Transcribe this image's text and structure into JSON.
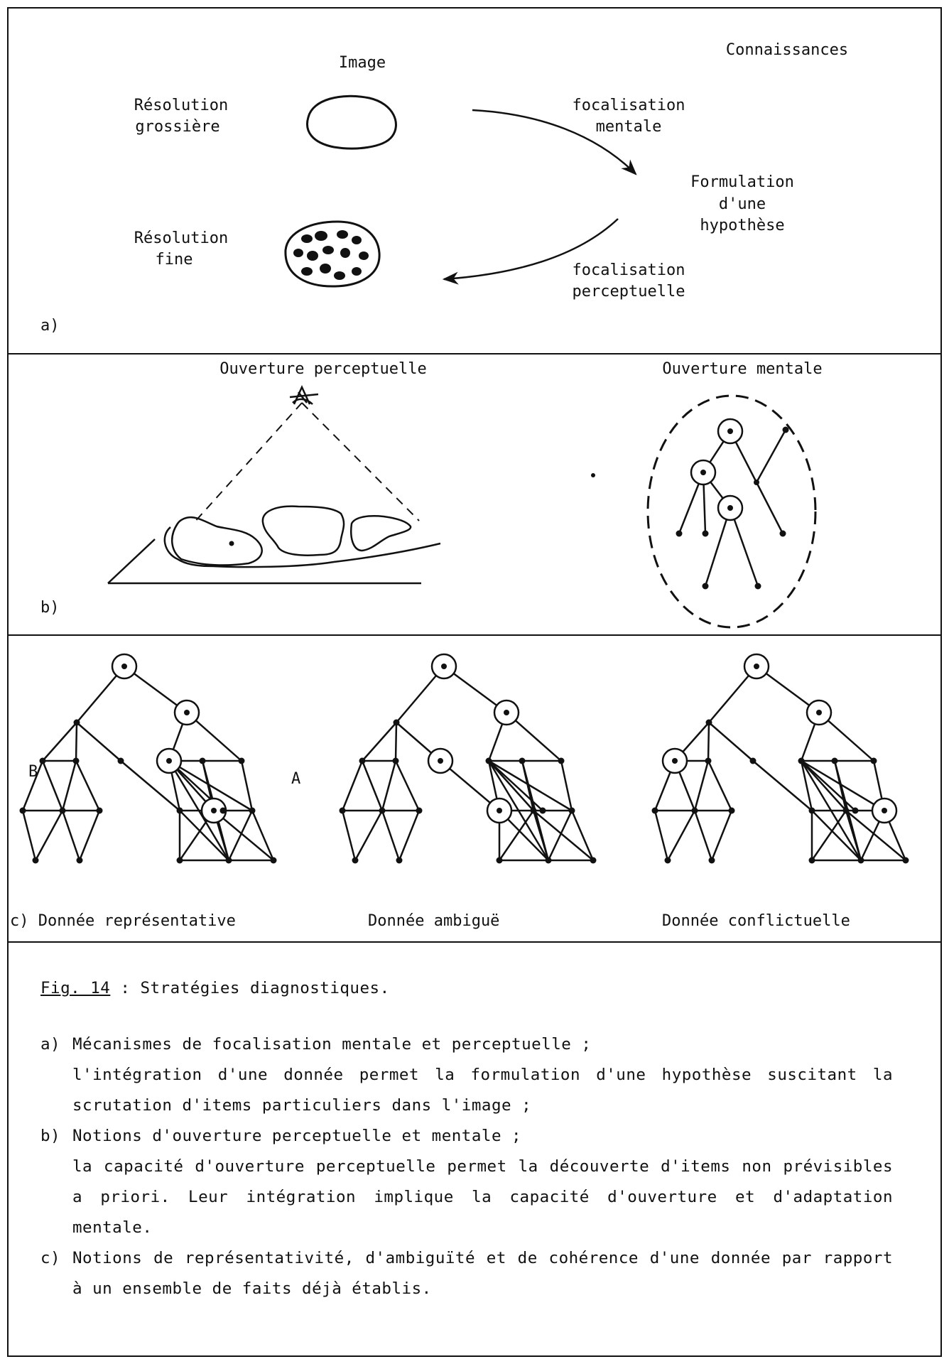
{
  "panel_a": {
    "label": "a)",
    "image_title": "Image",
    "knowledge_title": "Connaissances",
    "coarse_line1": "Résolution",
    "coarse_line2": "grossière",
    "fine_line1": "Résolution",
    "fine_line2": "fine",
    "mental_focus_line1": "focalisation",
    "mental_focus_line2": "mentale",
    "hypothesis_line1": "Formulation",
    "hypothesis_line2": "d'une",
    "hypothesis_line3": "hypothèse",
    "perceptual_focus_line1": "focalisation",
    "perceptual_focus_line2": "perceptuelle"
  },
  "panel_b": {
    "label": "b)",
    "perceptual_opening": "Ouverture perceptuelle",
    "mental_opening": "Ouverture mentale"
  },
  "panel_c": {
    "representative": "c) Donnée représentative",
    "ambiguous": "Donnée ambiguë",
    "conflicting": "Donnée conflictuelle",
    "node_b": "B",
    "node_a": "A"
  },
  "caption": {
    "fig_ref": "Fig. 14",
    "title_rest": " : Stratégies diagnostiques.",
    "items": [
      {
        "label": "a)",
        "head": "Mécanismes de focalisation mentale et perceptuelle ;",
        "body": "l'intégration d'une donnée permet la formulation d'une hypothèse suscitant la scrutation d'items particuliers dans l'image ;"
      },
      {
        "label": "b)",
        "head": "Notions d'ouverture perceptuelle et mentale ;",
        "body": "la capacité d'ouverture perceptuelle permet la découverte d'items non prévisibles a priori. Leur intégration implique la capacité d'ouverture et d'adaptation mentale."
      },
      {
        "label": "c)",
        "head": "Notions de représentativité, d'ambiguïté et de cohérence d'une donnée par rapport à un ensemble de faits déjà établis.",
        "body": ""
      }
    ]
  }
}
